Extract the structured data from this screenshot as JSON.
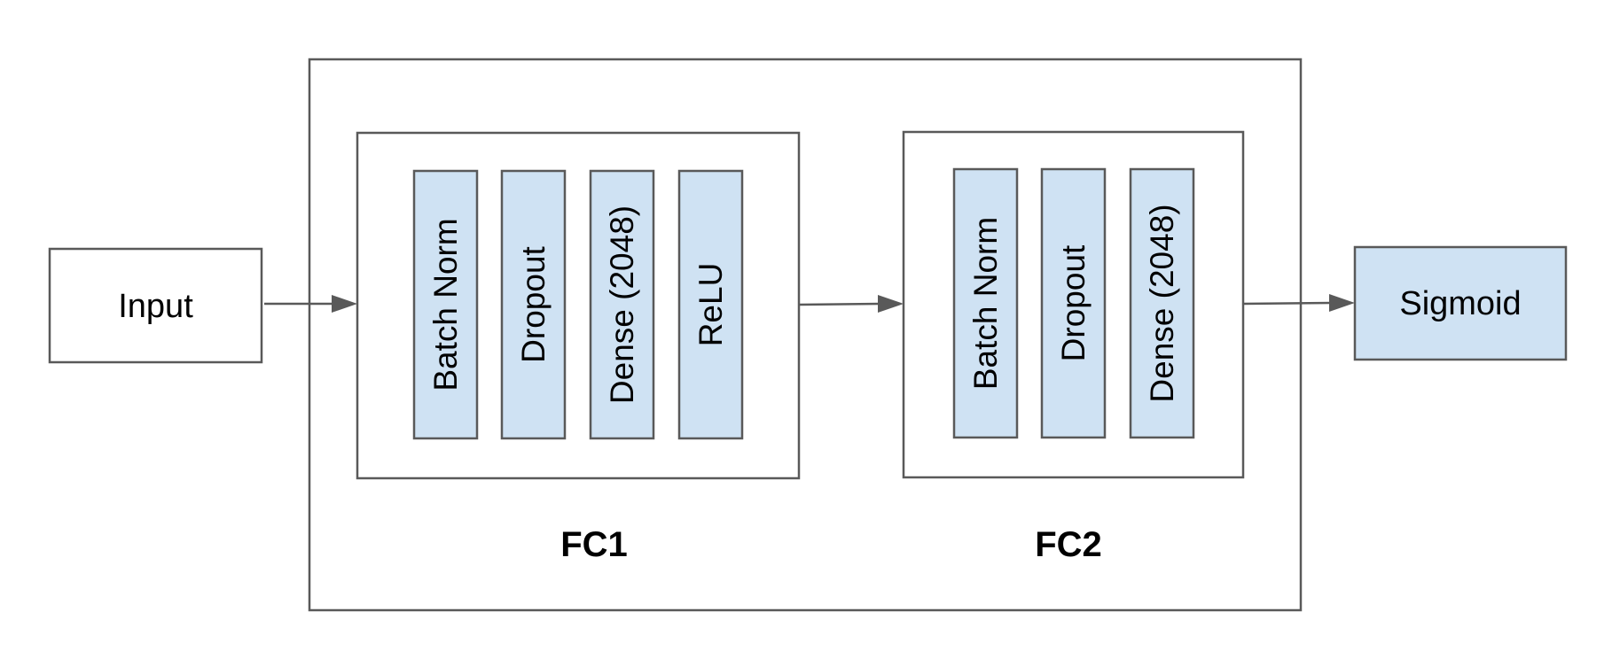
{
  "nodes": {
    "input": "Input",
    "sigmoid": "Sigmoid"
  },
  "fc1": {
    "label": "FC1",
    "layers": [
      "Batch Norm",
      "Dropout",
      "Dense (2048)",
      "ReLU"
    ]
  },
  "fc2": {
    "label": "FC2",
    "layers": [
      "Batch Norm",
      "Dropout",
      "Dense (2048)"
    ]
  },
  "colors": {
    "layer_fill": "#cfe2f3",
    "stroke": "#595959",
    "text": "#000000"
  },
  "edges": [
    {
      "from": "input",
      "to": "fc1"
    },
    {
      "from": "fc1",
      "to": "fc2"
    },
    {
      "from": "fc2",
      "to": "sigmoid"
    }
  ]
}
